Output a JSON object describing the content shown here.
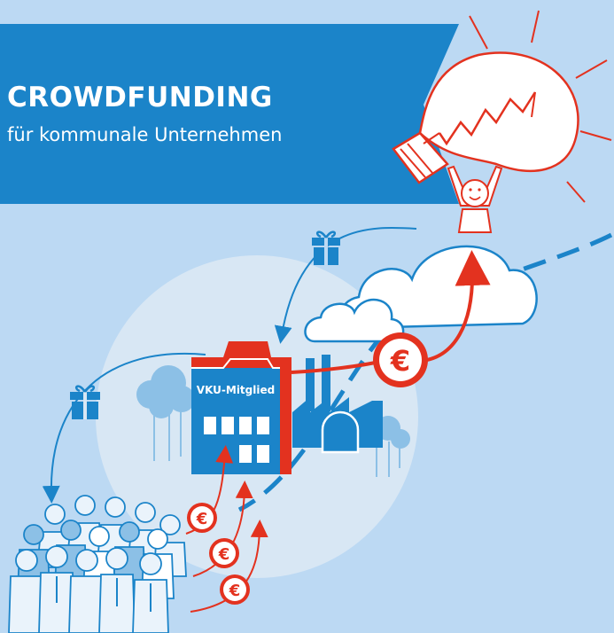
{
  "banner": {
    "title": "CROWDFUNDING",
    "subtitle": "für kommunale Unternehmen"
  },
  "factory": {
    "label": "VKU-Mitglied"
  },
  "currency_symbol": "€",
  "colors": {
    "background": "#bcd9f3",
    "banner": "#1b84c9",
    "accent_red": "#e3321f",
    "building_blue": "#1b84c9",
    "light_circle": "#d8e7f4"
  },
  "icons": [
    "gift-icon",
    "light-bulb-icon",
    "cloud-icon",
    "euro-coin-icon",
    "factory-icon",
    "tree-icon",
    "people-group-icon"
  ]
}
